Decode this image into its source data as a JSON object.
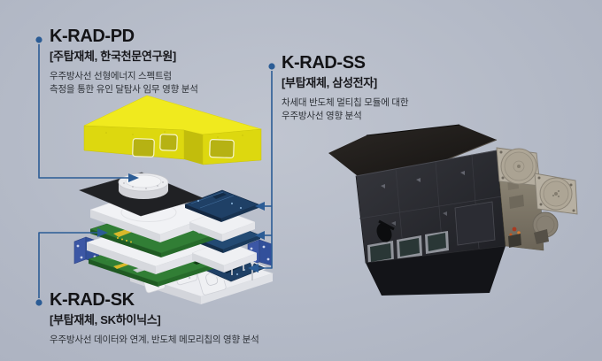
{
  "colors": {
    "background_center": "#c0c5d0",
    "background_edge": "#a8aebd",
    "accent_blue": "#2b5c95",
    "title_text": "#131316",
    "body_text": "#2e3238",
    "cover_yellow": "#f0ea1e",
    "pcb_green": "#317e35",
    "pcb_navy": "#1f4066",
    "bracket_blue": "#3c57a5"
  },
  "labels": {
    "pd": {
      "title": "K-RAD-PD",
      "subtitle": "[주탑재체, 한국천문연구원]",
      "desc_line1": "우주방사선 선형에너지 스펙트럼",
      "desc_line2": "측정을 통한 유인 달탐사 임무 영향 분석"
    },
    "ss": {
      "title": "K-RAD-SS",
      "subtitle": "[부탑재체, 삼성전자]",
      "desc_line1": "차세대 반도체 멀티칩 모듈에 대한",
      "desc_line2": "우주방사선 영향 분석"
    },
    "sk": {
      "title": "K-RAD-SK",
      "subtitle": "[부탑재체, SK하이닉스]",
      "desc_line1": "우주방사선 데이터와 연계, 반도체 메모리칩의 영향 분석"
    }
  }
}
